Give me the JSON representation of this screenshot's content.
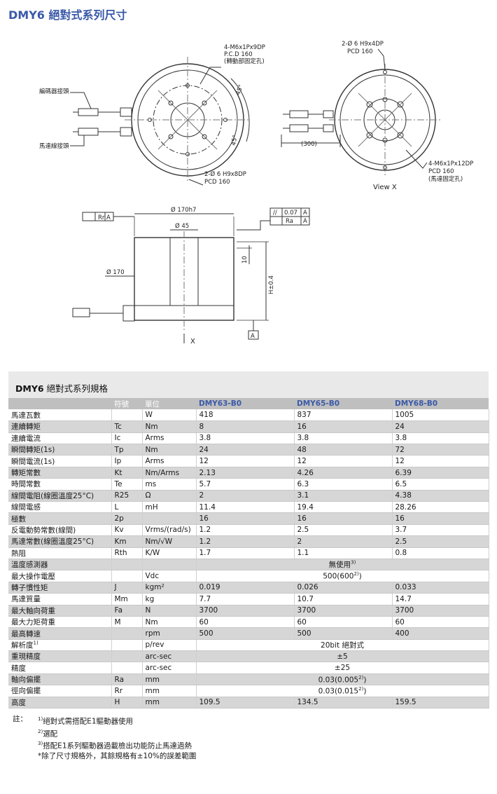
{
  "title": "DMY6 絕對式系列尺寸",
  "drawings": {
    "front": {
      "callout_top": [
        "4-M6x1Px9DP",
        "P.C.D 160",
        "(轉動部固定孔)"
      ],
      "callout_bottom": [
        "2-Ø 6 H9x8DP",
        "PCD 160"
      ],
      "encoder_label": "編碼器接頭",
      "motor_label": "馬達線接頭",
      "angle1": "45°",
      "angle2": "45°"
    },
    "viewx": {
      "callout_top": [
        "2-Ø 6 H9x4DP",
        "PCD 160"
      ],
      "callout_bottom": [
        "4-M6x1Px12DP",
        "PCD 160",
        "(馬達固定孔)"
      ],
      "cable_length": "(300)",
      "caption": "View X"
    },
    "side": {
      "runout_rr": [
        "Rr",
        "A"
      ],
      "runout_top": [
        "//",
        "0.07",
        "A"
      ],
      "runout_ra": [
        "Ra",
        "A"
      ],
      "dim_outer": "Ø 170h7",
      "dim_inner": "Ø 45",
      "dim_body": "Ø 170",
      "dim_10": "10",
      "dim_h": "H±0.4",
      "datum": "A",
      "view_arrow": "X"
    }
  },
  "spec": {
    "title_bold": "DMY6",
    "title_rest": " 絕對式系列規格",
    "headers": [
      "",
      "符號",
      "單位",
      "DMY63-B0",
      "DMY65-B0",
      "DMY68-B0"
    ],
    "rows": [
      {
        "p": "馬達瓦數",
        "s": "",
        "u": "W",
        "v": [
          "418",
          "837",
          "1005"
        ]
      },
      {
        "p": "連續轉矩",
        "s": "Tc",
        "u": "Nm",
        "v": [
          "8",
          "16",
          "24"
        ]
      },
      {
        "p": "連續電流",
        "s": "Ic",
        "u": "Arms",
        "v": [
          "3.8",
          "3.8",
          "3.8"
        ]
      },
      {
        "p": "瞬間轉矩(1s)",
        "s": "Tp",
        "u": "Nm",
        "v": [
          "24",
          "48",
          "72"
        ]
      },
      {
        "p": "瞬間電流(1s)",
        "s": "Ip",
        "u": "Arms",
        "v": [
          "12",
          "12",
          "12"
        ]
      },
      {
        "p": "轉矩常數",
        "s": "Kt",
        "u": "Nm/Arms",
        "v": [
          "2.13",
          "4.26",
          "6.39"
        ]
      },
      {
        "p": "時間常數",
        "s": "Te",
        "u": "ms",
        "v": [
          "5.7",
          "6.3",
          "6.5"
        ]
      },
      {
        "p": "線間電阻(線圈溫度25°C)",
        "s": "R25",
        "u": "Ω",
        "v": [
          "2",
          "3.1",
          "4.38"
        ]
      },
      {
        "p": "線間電感",
        "s": "L",
        "u": "mH",
        "v": [
          "11.4",
          "19.4",
          "28.26"
        ]
      },
      {
        "p": "極數",
        "s": "2p",
        "u": "",
        "v": [
          "16",
          "16",
          "16"
        ]
      },
      {
        "p": "反電動勢常數(線間)",
        "s": "Kv",
        "u": "Vrms/(rad/s)",
        "v": [
          "1.2",
          "2.5",
          "3.7"
        ]
      },
      {
        "p": "馬達常數(線圈溫度25°C)",
        "s": "Km",
        "u": "Nm/√W",
        "v": [
          "1.2",
          "2",
          "2.5"
        ]
      },
      {
        "p": "熱阻",
        "s": "Rth",
        "u": "K/W",
        "v": [
          "1.7",
          "1.1",
          "0.8"
        ]
      },
      {
        "p": "溫度感測器",
        "s": "",
        "u": "",
        "span": "無使用",
        "sup": "3)"
      },
      {
        "p": "最大操作電壓",
        "s": "",
        "u": "Vdc",
        "span": "500(600",
        "sup": "2)",
        "tail": ")"
      },
      {
        "p": "轉子慣性矩",
        "s": "J",
        "u": "kgm²",
        "v": [
          "0.019",
          "0.026",
          "0.033"
        ]
      },
      {
        "p": "馬達質量",
        "s": "Mm",
        "u": "kg",
        "v": [
          "7.7",
          "10.7",
          "14.7"
        ]
      },
      {
        "p": "最大軸向荷重",
        "s": "Fa",
        "u": "N",
        "v": [
          "3700",
          "3700",
          "3700"
        ]
      },
      {
        "p": "最大力矩荷重",
        "s": "M",
        "u": "Nm",
        "v": [
          "60",
          "60",
          "60"
        ]
      },
      {
        "p": "最高轉速",
        "s": "",
        "u": "rpm",
        "v": [
          "500",
          "500",
          "400"
        ]
      },
      {
        "p": "解析度",
        "psup": "1)",
        "s": "",
        "u": "p/rev",
        "span": "20bit 絕對式"
      },
      {
        "p": "重現精度",
        "s": "",
        "u": "arc-sec",
        "span": "±5"
      },
      {
        "p": "精度",
        "s": "",
        "u": "arc-sec",
        "span": "±25"
      },
      {
        "p": "軸向偏擺",
        "s": "Ra",
        "u": "mm",
        "span": "0.03(0.005",
        "sup": "2)",
        "tail": ")"
      },
      {
        "p": "徑向偏擺",
        "s": "Rr",
        "u": "mm",
        "span": "0.03(0.015",
        "sup": "2)",
        "tail": ")"
      },
      {
        "p": "高度",
        "s": "H",
        "u": "mm",
        "v": [
          "109.5",
          "134.5",
          "159.5"
        ]
      }
    ],
    "notes": {
      "lead": "註：",
      "items": [
        {
          "sup": "1)",
          "text": "絕對式需搭配E1驅動器使用"
        },
        {
          "sup": "2)",
          "text": "選配"
        },
        {
          "sup": "3)",
          "text": "搭配E1系列驅動器過載檢出功能防止馬達過熱"
        },
        {
          "sup": "",
          "text": "*除了尺寸規格外，其餘規格有±10%的誤差範圍"
        }
      ]
    }
  }
}
